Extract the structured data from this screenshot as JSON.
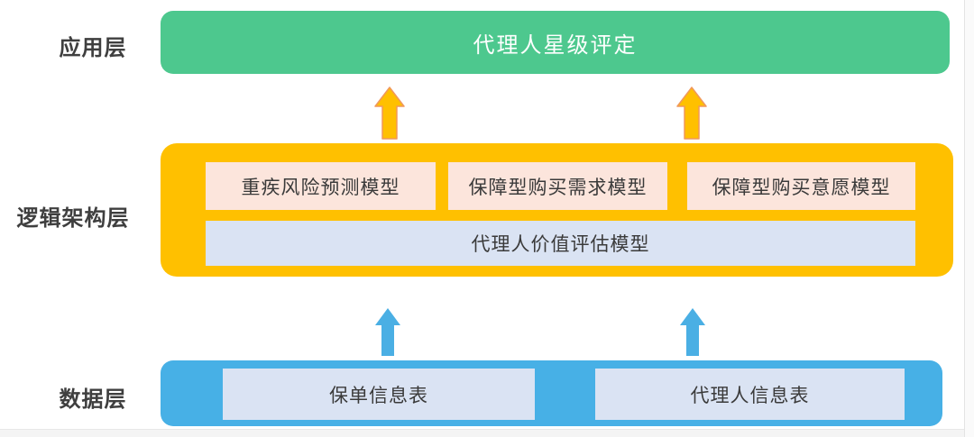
{
  "diagram": {
    "layers": {
      "app": {
        "label": "应用层",
        "box": "代理人星级评定"
      },
      "logic": {
        "label": "逻辑架构层",
        "models": [
          "重疾风险预测模型",
          "保障型购买需求模型",
          "保障型购买意愿模型"
        ],
        "base_model": "代理人价值评估模型"
      },
      "data": {
        "label": "数据层",
        "tables": [
          "保单信息表",
          "代理人信息表"
        ]
      }
    },
    "icons": {
      "logic_to_app": "up-arrow-icon",
      "data_to_logic": "up-arrow-icon"
    },
    "colors": {
      "app_box": "#4dc88e",
      "logic_box": "#ffc000",
      "model_box": "#fce5dc",
      "base_model_box": "#dae3f3",
      "data_box": "#47b0e6",
      "table_box": "#dae3f3",
      "orange_arrow": "#ffc000",
      "orange_arrow_stroke": "#f0985c",
      "blue_arrow": "#4aafe4",
      "label_text": "#3f3f3f",
      "app_box_text": "#ffffff",
      "inner_box_text": "#3a3a3a"
    }
  }
}
